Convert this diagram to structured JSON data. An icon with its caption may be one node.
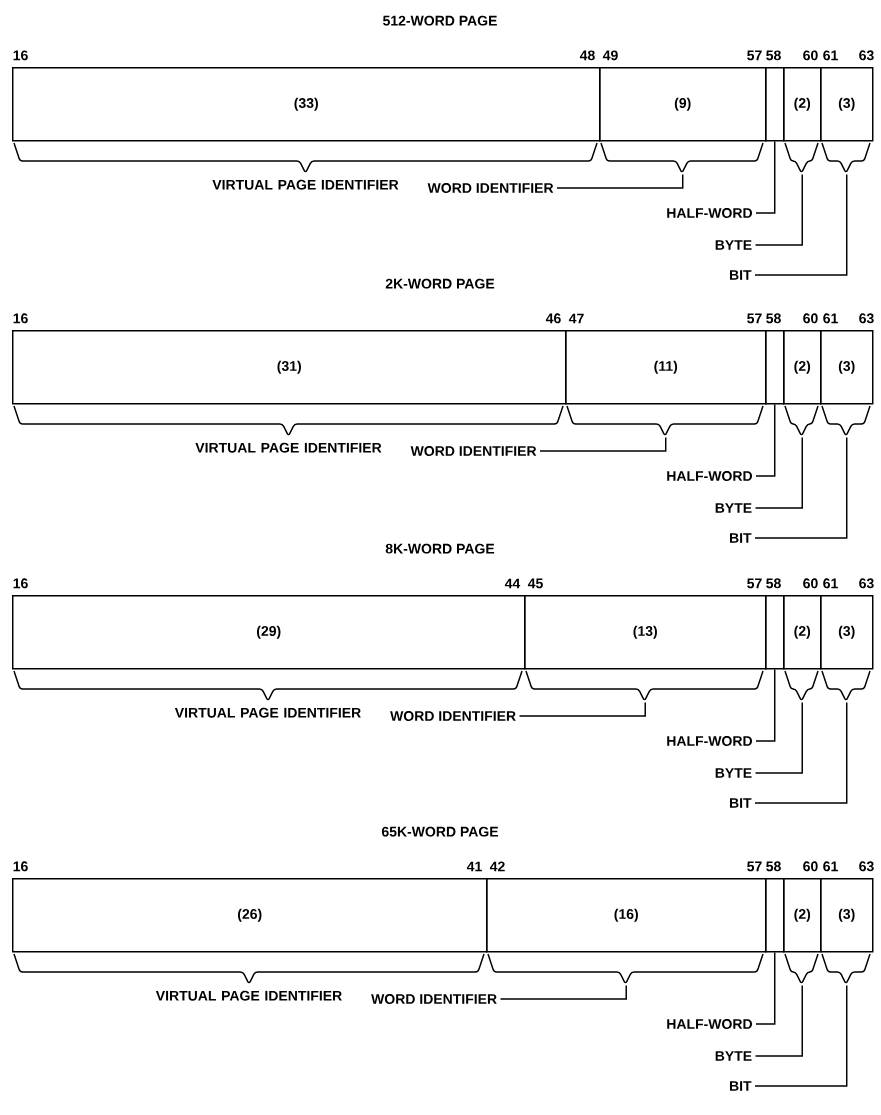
{
  "diagram": {
    "nodes": [
      {
        "text": [
          "(33)"
        ],
        "beside": [
          "VIRTUAL PAGE IDENTIFIER"
        ]
      },
      {
        "text": [
          "(9)"
        ]
      },
      {
        "text": [],
        "shape": "box"
      },
      {
        "text": [
          "(2)"
        ]
      },
      {
        "text": [
          "(3)"
        ]
      },
      {
        "text": [
          "WORD IDENTIFIER"
        ]
      },
      {
        "text": [
          "HALF-WORD"
        ]
      },
      {
        "text": [
          "BYTE"
        ]
      },
      {
        "text": [
          "BIT"
        ]
      },
      {
        "text": [
          "(31)"
        ],
        "beside": [
          "VIRTUAL PAGE IDENTIFIER"
        ]
      },
      {
        "text": [
          "(11)"
        ]
      },
      {
        "text": [],
        "shape": "box"
      },
      {
        "text": [
          "(2)"
        ]
      },
      {
        "text": [
          "(3)"
        ]
      },
      {
        "text": [
          "WORD IDENTIFIER"
        ]
      },
      {
        "text": [
          "HALF-WORD"
        ]
      },
      {
        "text": [
          "BYTE"
        ]
      },
      {
        "text": [
          "BIT"
        ]
      },
      {
        "text": [
          "(29)"
        ],
        "beside": [
          "VIRTUAL PAGE IDENTIFIER"
        ]
      },
      {
        "text": [
          "(13)"
        ]
      },
      {
        "text": [],
        "shape": "box"
      },
      {
        "text": [
          "(2)"
        ]
      },
      {
        "text": [
          "(3)"
        ]
      },
      {
        "text": [
          "WORD IDENTIFIER"
        ]
      },
      {
        "text": [
          "HALF-WORD"
        ]
      },
      {
        "text": [
          "BYTE"
        ]
      },
      {
        "text": [
          "BIT"
        ]
      },
      {
        "text": [
          "(26)"
        ],
        "beside": [
          "VIRTUAL PAGE IDENTIFIER"
        ]
      },
      {
        "text": [
          "(16)"
        ]
      },
      {
        "text": [],
        "shape": "box"
      },
      {
        "text": [
          "(2)"
        ]
      },
      {
        "text": [
          "(3)"
        ]
      },
      {
        "text": [
          "WORD IDENTIFIER"
        ]
      },
      {
        "text": [
          "HALF-WORD"
        ]
      },
      {
        "text": [
          "BYTE"
        ]
      },
      {
        "text": [
          "BIT"
        ]
      }
    ],
    "edges": [
      {
        "from": 5,
        "to": 1,
        "arrow": "none"
      },
      {
        "from": 6,
        "to": 2,
        "arrow": "none"
      },
      {
        "from": 7,
        "to": 3,
        "arrow": "none"
      },
      {
        "from": 8,
        "to": 4,
        "arrow": "none"
      },
      {
        "from": 14,
        "to": 10,
        "arrow": "none"
      },
      {
        "from": 15,
        "to": 11,
        "arrow": "none"
      },
      {
        "from": 16,
        "to": 12,
        "arrow": "none"
      },
      {
        "from": 17,
        "to": 13,
        "arrow": "none"
      },
      {
        "from": 23,
        "to": 19,
        "arrow": "none"
      },
      {
        "from": 24,
        "to": 20,
        "arrow": "none"
      },
      {
        "from": 25,
        "to": 21,
        "arrow": "none"
      },
      {
        "from": 26,
        "to": 22,
        "arrow": "none"
      },
      {
        "from": 32,
        "to": 28,
        "arrow": "none"
      },
      {
        "from": 33,
        "to": 29,
        "arrow": "none"
      },
      {
        "from": 34,
        "to": 30,
        "arrow": "none"
      },
      {
        "from": 35,
        "to": 31,
        "arrow": "none"
      }
    ],
    "labels": [
      "512-WORD PAGE",
      "16",
      "48",
      "49",
      "57",
      "58",
      "60",
      "61",
      "63",
      "2K-WORD PAGE",
      "16",
      "46",
      "47",
      "57",
      "58",
      "60",
      "61",
      "63",
      "8K-WORD PAGE",
      "16",
      "44",
      "45",
      "57",
      "58",
      "60",
      "61",
      "63",
      "65K-WORD PAGE",
      "16",
      "41",
      "42",
      "57",
      "58",
      "60",
      "61",
      "63"
    ]
  }
}
